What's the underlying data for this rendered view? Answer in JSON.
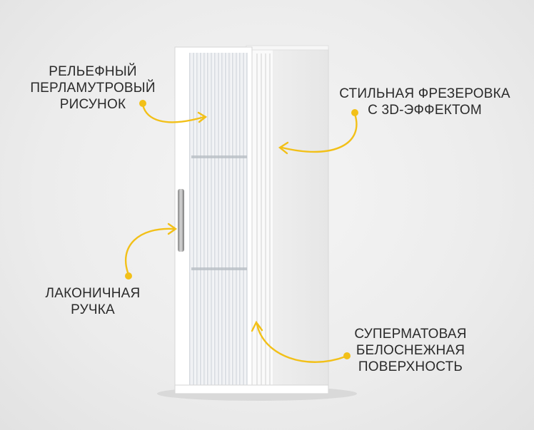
{
  "callouts": {
    "relief": {
      "lines": [
        "РЕЛЬЕФНЫЙ",
        "ПЕРЛАМУТРОВЫЙ",
        "РИСУНОК"
      ]
    },
    "milling": {
      "lines": [
        "СТИЛЬНАЯ ФРЕЗЕРОВКА",
        "С 3D-ЭФФЕКТОМ"
      ]
    },
    "handle": {
      "lines": [
        "ЛАКОНИЧНАЯ",
        "РУЧКА"
      ]
    },
    "surface": {
      "lines": [
        "СУПЕРМАТОВАЯ",
        "БЕЛОСНЕЖНАЯ",
        "ПОВЕРХНОСТЬ"
      ]
    }
  },
  "colors": {
    "accent": "#f2c018",
    "text": "#2a2a2a",
    "background": "#ececec",
    "cabinet": "#ffffff"
  }
}
